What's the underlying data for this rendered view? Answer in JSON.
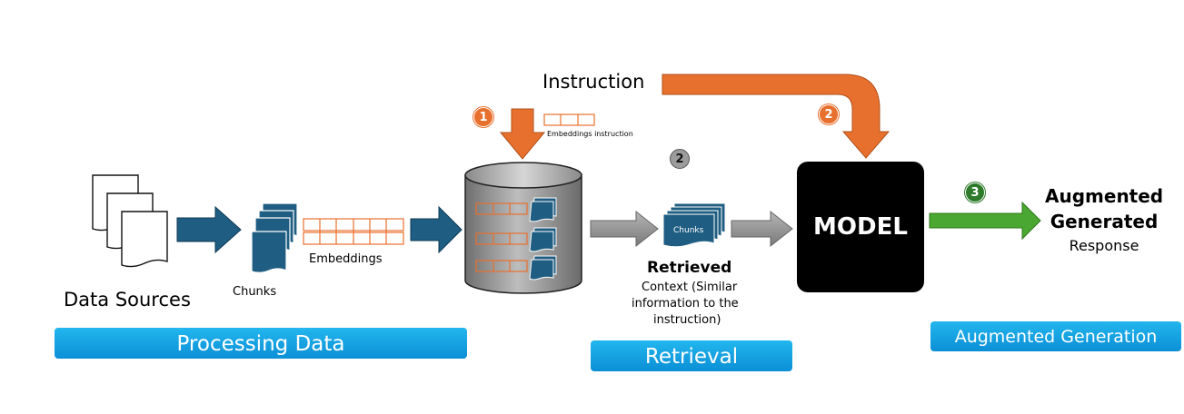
{
  "labels": {
    "data_sources": "Data Sources",
    "chunks_left": "Chunks",
    "embeddings": "Embeddings",
    "instruction": "Instruction",
    "embeddings_instruction": "Embeddings instruction",
    "chunks_mid": "Chunks",
    "retrieved": "Retrieved",
    "context_line1": "Context (Similar",
    "context_line2": "information to the",
    "context_line3": "instruction)",
    "model": "MODEL",
    "augmented": "Augmented",
    "generated": "Generated",
    "response": "Response"
  },
  "badges": {
    "b1": "1",
    "b2_top": "2",
    "b2_grey": "2",
    "b3": "3"
  },
  "bands": {
    "processing": "Processing Data",
    "retrieval": "Retrieval",
    "augmented_generation": "Augmented Generation"
  },
  "colors": {
    "navy_arrow": "#1f5d82",
    "orange": "#e8702e",
    "green": "#4aa731",
    "grey_arrow": "#8f8f8f",
    "band_blue": "#14a3e3",
    "model_bg": "#000000"
  }
}
